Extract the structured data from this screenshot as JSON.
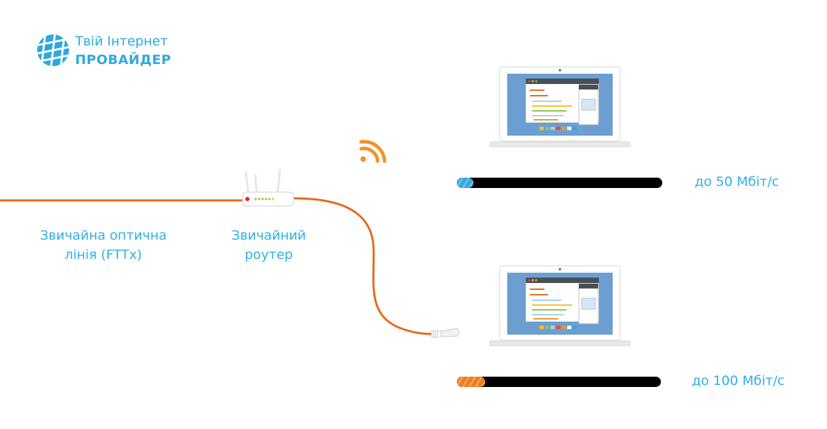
{
  "brand": {
    "top": "Твій Інтернет",
    "bottom": "ПРОВАЙДЕР"
  },
  "labels": {
    "fiber_line": [
      "Звичайна оптична",
      "лінія (FTTx)"
    ],
    "router": [
      "Звичайний",
      "роутер"
    ]
  },
  "speeds": [
    {
      "label": "до 50 Мбіт/с",
      "fill": 0.08,
      "color": "#3aa7e0",
      "connection": "wifi"
    },
    {
      "label": "до 100 Мбіт/с",
      "fill": 0.14,
      "color": "#f07d1d",
      "connection": "cable"
    }
  ],
  "colors": {
    "accent_blue": "#2fb1e2",
    "cable_orange": "#e8671a",
    "wifi_orange": "#f39325",
    "bar_track": "#000000"
  },
  "icons": [
    "globe-icon",
    "wifi-signal-icon",
    "router-icon",
    "laptop-icon",
    "ethernet-plug-icon"
  ]
}
